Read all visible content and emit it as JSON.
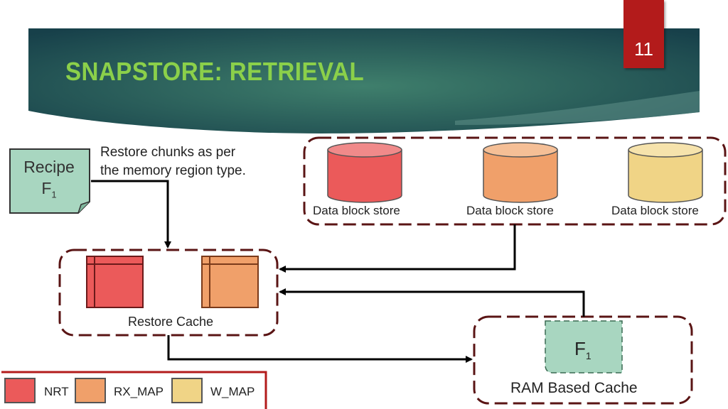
{
  "slide": {
    "title": "SNAPSTORE: RETRIEVAL",
    "page_number": "11"
  },
  "recipe": {
    "label": "Recipe",
    "file": "F",
    "file_sub": "1"
  },
  "note": {
    "line1": "Restore chunks as per",
    "line2": "the memory region type."
  },
  "stores": [
    {
      "label": "Data block store",
      "color": "#eb5a5a"
    },
    {
      "label": "Data block store",
      "color": "#f0a06a"
    },
    {
      "label": "Data block store",
      "color": "#f0d486"
    }
  ],
  "restore_cache": {
    "label": "Restore Cache"
  },
  "ram_cache": {
    "label": "RAM Based Cache",
    "file": "F",
    "file_sub": "1"
  },
  "legend": [
    {
      "label": "NRT",
      "color": "#eb5a5a"
    },
    {
      "label": "RX_MAP",
      "color": "#f0a06a"
    },
    {
      "label": "W_MAP",
      "color": "#f0d486"
    }
  ],
  "colors": {
    "title": "#8bd04a",
    "banner_dark": "#17404a",
    "banner_light": "#3f7f6c",
    "dashed_border": "#5a1414",
    "page_tab": "#b31b1b",
    "recipe_fill": "#a8d6c0"
  }
}
